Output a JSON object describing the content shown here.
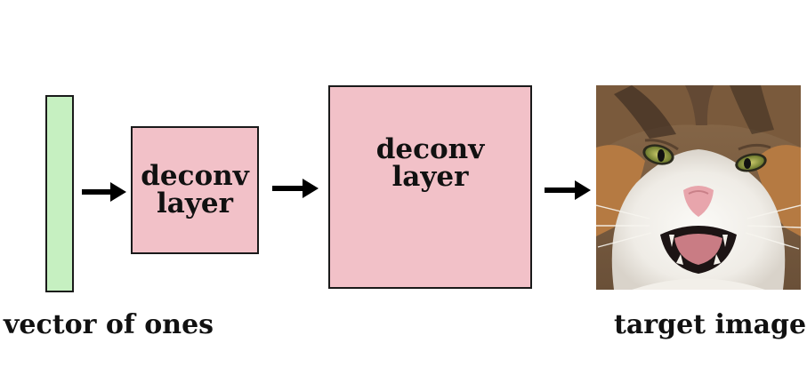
{
  "nodes": {
    "input": {
      "caption": "vector of ones",
      "fill": "#c6f0c1"
    },
    "deconv1": {
      "line1": "deconv",
      "line2": "layer",
      "fill": "#f2c1c8"
    },
    "deconv2": {
      "line1": "deconv",
      "line2": "layer",
      "fill": "#f2c1c8"
    },
    "output": {
      "caption": "target image",
      "image": "cat-photo"
    }
  },
  "edges": [
    {
      "from": "input",
      "to": "deconv1"
    },
    {
      "from": "deconv1",
      "to": "deconv2"
    },
    {
      "from": "deconv2",
      "to": "output"
    }
  ],
  "colors": {
    "outline": "#1a1a1a",
    "arrow": "#000000"
  }
}
